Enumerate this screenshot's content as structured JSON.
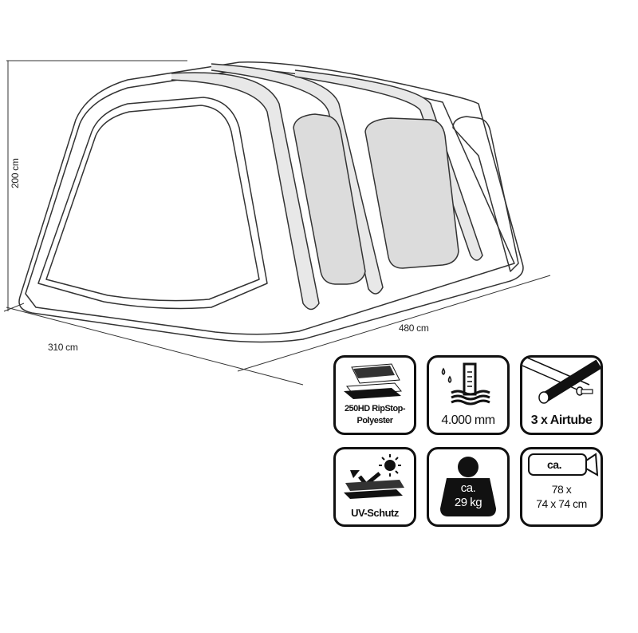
{
  "dimensions": {
    "height": "200 cm",
    "width": "480 cm",
    "depth": "310 cm"
  },
  "features": [
    {
      "icon": "ripstop-fabric-icon",
      "label_line1": "250HD RipStop-",
      "label_line2": "Polyester"
    },
    {
      "icon": "water-column-icon",
      "label": "4.000 mm"
    },
    {
      "icon": "airtube-icon",
      "label": "3 x Airtube"
    },
    {
      "icon": "uv-protection-icon",
      "label": "UV-Schutz"
    },
    {
      "icon": "weight-icon",
      "label_line1": "ca.",
      "label_line2": "29 kg"
    },
    {
      "icon": "pack-size-icon",
      "label_top": "ca.",
      "label_line1": "78 x",
      "label_line2": "74 x 74 cm"
    }
  ]
}
